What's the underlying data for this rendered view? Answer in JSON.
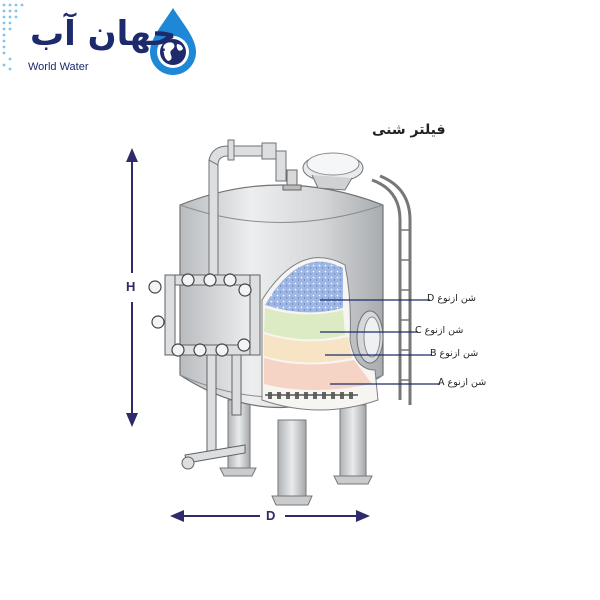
{
  "logo": {
    "text_fa": "جهان آب",
    "text_en": "World Water",
    "colors": {
      "navy": "#1d2a6b",
      "drop": "#1e88d6",
      "dots": "#5ab0e6"
    }
  },
  "diagram": {
    "title": "فیلتر شنی",
    "layers": [
      {
        "label": "شن ازنوع D",
        "color": "#8aa6d6"
      },
      {
        "label": "شن ازنوع C",
        "color": "#cfe3b0"
      },
      {
        "label": "شن ازنوع B",
        "color": "#f3d9b0"
      },
      {
        "label": "شن ازنوع A",
        "color": "#f0c0b0"
      }
    ],
    "dimension_height": "H",
    "dimension_diameter": "D",
    "arrow_color": "#2f2a6a",
    "leader_color": "#1d2a6b"
  }
}
